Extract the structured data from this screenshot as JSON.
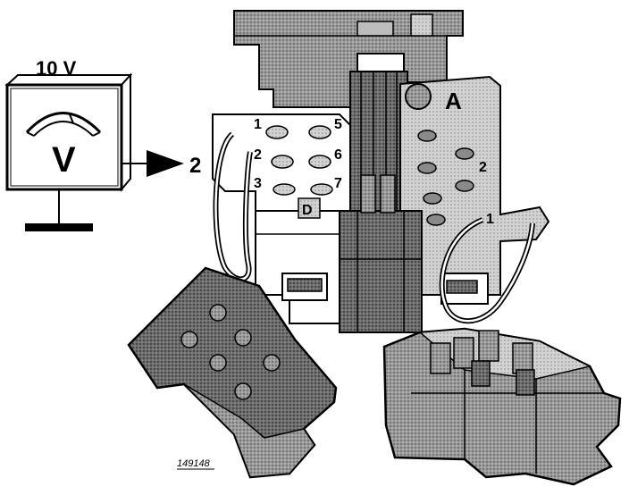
{
  "voltmeter": {
    "voltage_label": "10 V",
    "dial_symbol": "V"
  },
  "probe_arrow_label": "2",
  "connector_pins_left": [
    "1",
    "2",
    "3",
    "5",
    "6",
    "7"
  ],
  "connector_side_label": "D",
  "connector_label_a": "A",
  "connector_pins_right": [
    "2",
    "1"
  ],
  "figure_reference": "149148",
  "colors": {
    "line": "#000000",
    "shade": "#8f8f8f",
    "light_shade": "#c8c8c8",
    "dark_shade": "#5a5a5a"
  },
  "icons": [
    "voltmeter-icon",
    "ground-icon",
    "arrow-right-icon"
  ]
}
